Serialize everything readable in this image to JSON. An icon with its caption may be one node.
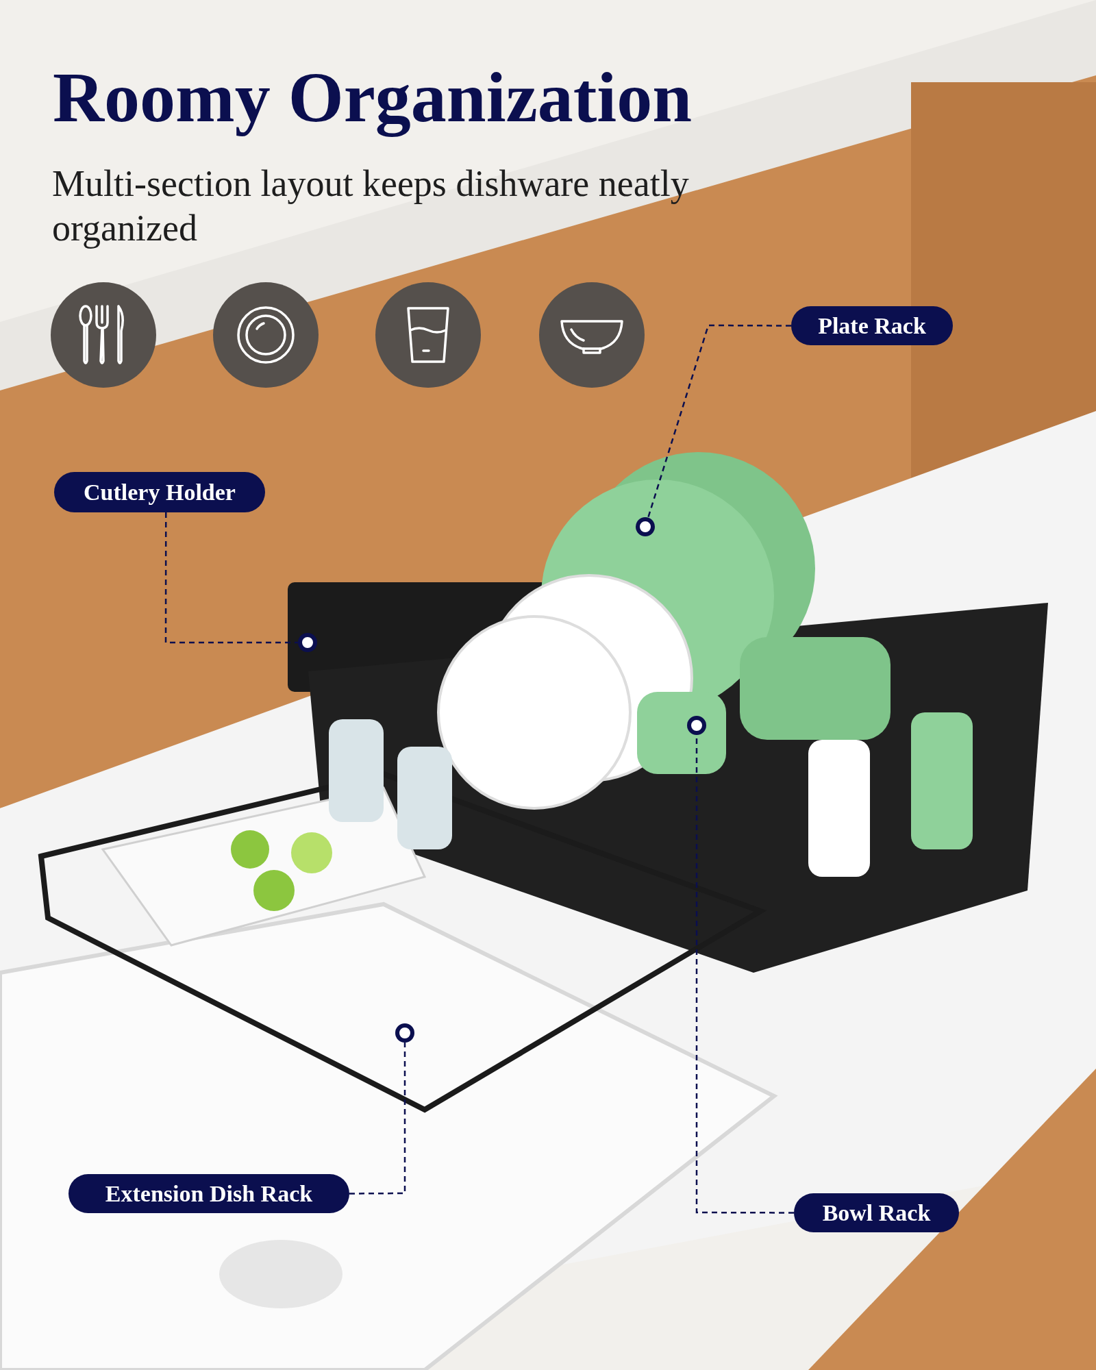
{
  "diagram": {
    "title": "Roomy Organization",
    "caption": "Multi-section layout keeps dishware neatly organized",
    "nodes": [
      {
        "text": [
          "Plate Rack"
        ]
      },
      {
        "text": [
          "Cutlery Holder"
        ]
      },
      {
        "text": [
          "Extension Dish Rack"
        ]
      },
      {
        "text": [
          "Bowl Rack"
        ]
      },
      {
        "text": [],
        "shape": "circle"
      },
      {
        "text": [],
        "shape": "circle"
      },
      {
        "text": [],
        "shape": "circle"
      },
      {
        "text": [],
        "shape": "circle"
      }
    ],
    "edges": [
      {
        "from": 0,
        "to": 4,
        "arrow": "none",
        "style": "dashed"
      },
      {
        "from": 1,
        "to": 5,
        "arrow": "none",
        "style": "dashed"
      },
      {
        "from": 2,
        "to": 7,
        "arrow": "none",
        "style": "dashed"
      },
      {
        "from": 3,
        "to": 6,
        "arrow": "none",
        "style": "dashed"
      }
    ]
  }
}
